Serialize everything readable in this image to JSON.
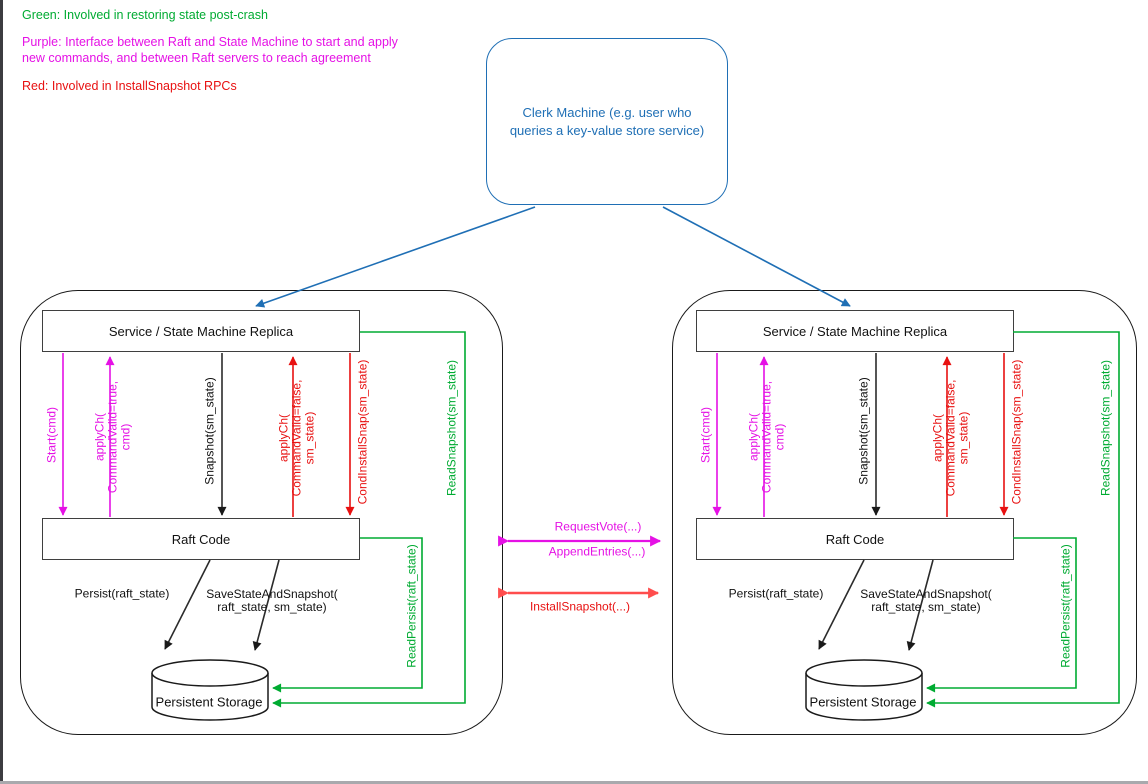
{
  "colors": {
    "green": "#00AB32",
    "magenta": "#E511E5",
    "red": "#E81111",
    "red_arrow": "#FF4D4D",
    "blue": "#1F6FB5"
  },
  "legend": {
    "green": "Green: Involved in restoring state post-crash",
    "purple": "Purple: Interface between Raft and State Machine to start and apply\nnew commands, and between Raft servers to reach agreement",
    "red": "Red: Involved in InstallSnapshot RPCs"
  },
  "clerk": {
    "label": "Clerk Machine (e.g. user who\nqueries a key-value store service)"
  },
  "replica": {
    "service_label": "Service / State Machine Replica",
    "raft_label": "Raft Code",
    "storage_label": "Persistent Storage",
    "start": "Start(cmd)",
    "applych_true": "applyCh(\nCommandValid=true,\ncmd)",
    "snapshot": "Snapshot(sm_state)",
    "applych_false": "applyCh(\nCommandValid=false,\nsm_state)",
    "condinstallsnap": "CondInstallSnap(sm_state)",
    "readsnapshot": "ReadSnapshot(sm_state)",
    "readpersist": "ReadPersist(raft_state)",
    "persist": "Persist(raft_state)",
    "savestate": "SaveStateAndSnapshot(\nraft_state, sm_state)"
  },
  "rpc": {
    "requestvote": "RequestVote(...)",
    "appendentries": "AppendEntries(...)",
    "installsnapshot": "InstallSnapshot(...)"
  }
}
